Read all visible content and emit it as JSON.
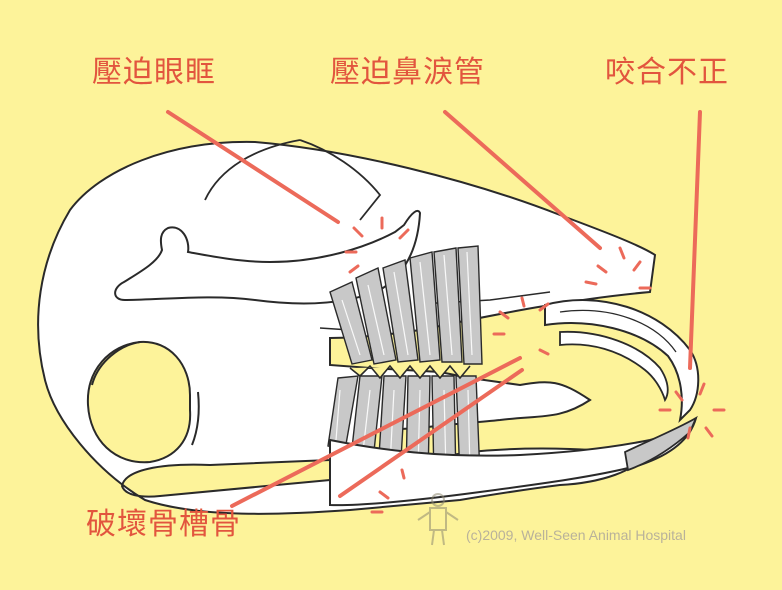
{
  "labels": {
    "orbit_compression": "壓迫眼眶",
    "nasolacrimal_compression": "壓迫鼻淚管",
    "malocclusion": "咬合不正",
    "alveolar_destruction": "破壞骨槽骨"
  },
  "copyright": "(c)2009, Well-Seen Animal Hospital",
  "colors": {
    "background": "#fdf39a",
    "label": "#e2553e",
    "pointer": "#ec6a5a",
    "outline": "#2a2a2a",
    "root": "#c8c8c8",
    "watermark": "#b9b29a"
  }
}
